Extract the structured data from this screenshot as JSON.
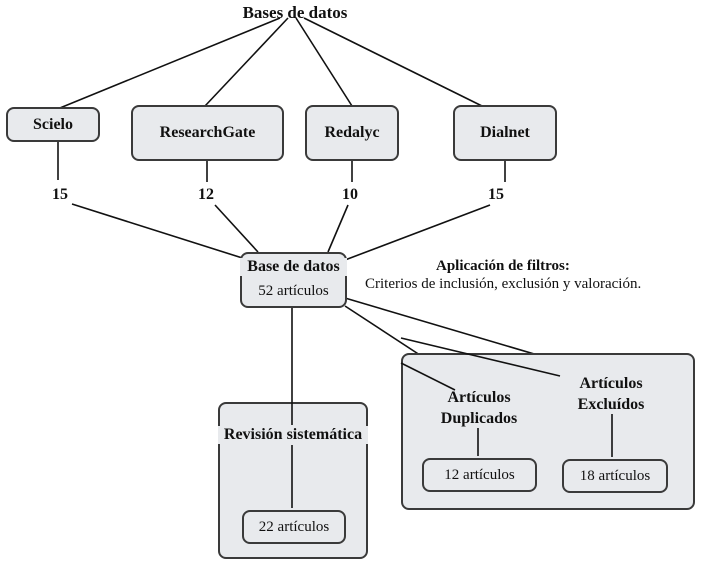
{
  "root": {
    "title": "Bases de datos"
  },
  "sources": [
    {
      "name": "Scielo",
      "count": "15"
    },
    {
      "name": "ResearchGate",
      "count": "12"
    },
    {
      "name": "Redalyc",
      "count": "10"
    },
    {
      "name": "Dialnet",
      "count": "15"
    }
  ],
  "merged": {
    "title": "Base de datos",
    "count": "52 artículos"
  },
  "filters": {
    "title": "Aplicación de filtros:",
    "description": "Criterios de inclusión, exclusión y valoración."
  },
  "review": {
    "title": "Revisión sistemática",
    "count": "22 artículos"
  },
  "duplicated": {
    "title_line1": "Artículos",
    "title_line2": "Duplicados",
    "count": "12 artículos"
  },
  "excluded": {
    "title_line1": "Artículos",
    "title_line2": "Excluídos",
    "count": "18 artículos"
  },
  "colors": {
    "box_fill": "#e8eaed",
    "stroke": "#3a3a3a"
  }
}
